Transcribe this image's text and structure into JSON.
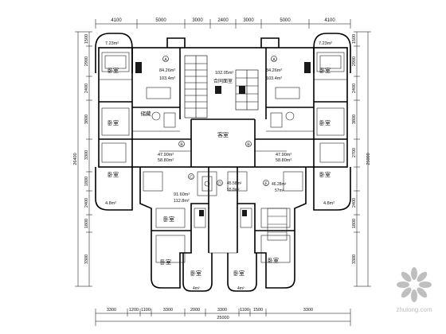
{
  "dimensions": {
    "top": [
      "4100",
      "5000",
      "3000",
      "2400",
      "3000",
      "5000",
      "4100"
    ],
    "bottom": [
      "3300",
      "1200",
      "1100",
      "3300",
      "2000",
      "3300",
      "1100",
      "1500",
      "3300"
    ],
    "bottom_total": "25000",
    "left": [
      "1500",
      "2900",
      "2400",
      "3800",
      "3300",
      "1800",
      "2400",
      "1800",
      "3300"
    ],
    "left_total": "26400",
    "right": [
      "1500",
      "2900",
      "2400",
      "3800",
      "2700",
      "2400",
      "1800",
      "3300"
    ],
    "right_total": "25000"
  },
  "rooms": {
    "卧室": "卧室",
    "储藏": "储藏",
    "客室": "客室",
    "合同面室": "合同面室"
  },
  "units": {
    "a_left": {
      "tag": "A",
      "area1": "84.26m²",
      "area2": "103.4m²"
    },
    "a_right": {
      "tag": "A",
      "area1": "84.26m²",
      "area2": "103.4m²"
    },
    "b_left": {
      "tag": "B",
      "area1": "47.90m²",
      "area2": "58.80m²"
    },
    "b_right": {
      "tag": "B",
      "area1": "47.90m²",
      "area2": "58.80m²"
    },
    "c": {
      "tag": "C",
      "area1": "91.60m²",
      "area2": "112.8m²"
    },
    "d": {
      "tag": "D",
      "area1": "45.58m²",
      "area2": "55.8m²"
    },
    "e": {
      "tag": "E",
      "area1": "46.28m²",
      "area2": "57m²"
    },
    "core": {
      "area1": "102.05m²"
    }
  },
  "balcony_areas": {
    "top_left": "7.23m²",
    "top_right": "7.23m²",
    "mid_left": "4.8m²",
    "mid_right": "4.8m²",
    "bottom_left": "4m²",
    "bottom_right": "4m²"
  },
  "watermark": "zhulong.com"
}
